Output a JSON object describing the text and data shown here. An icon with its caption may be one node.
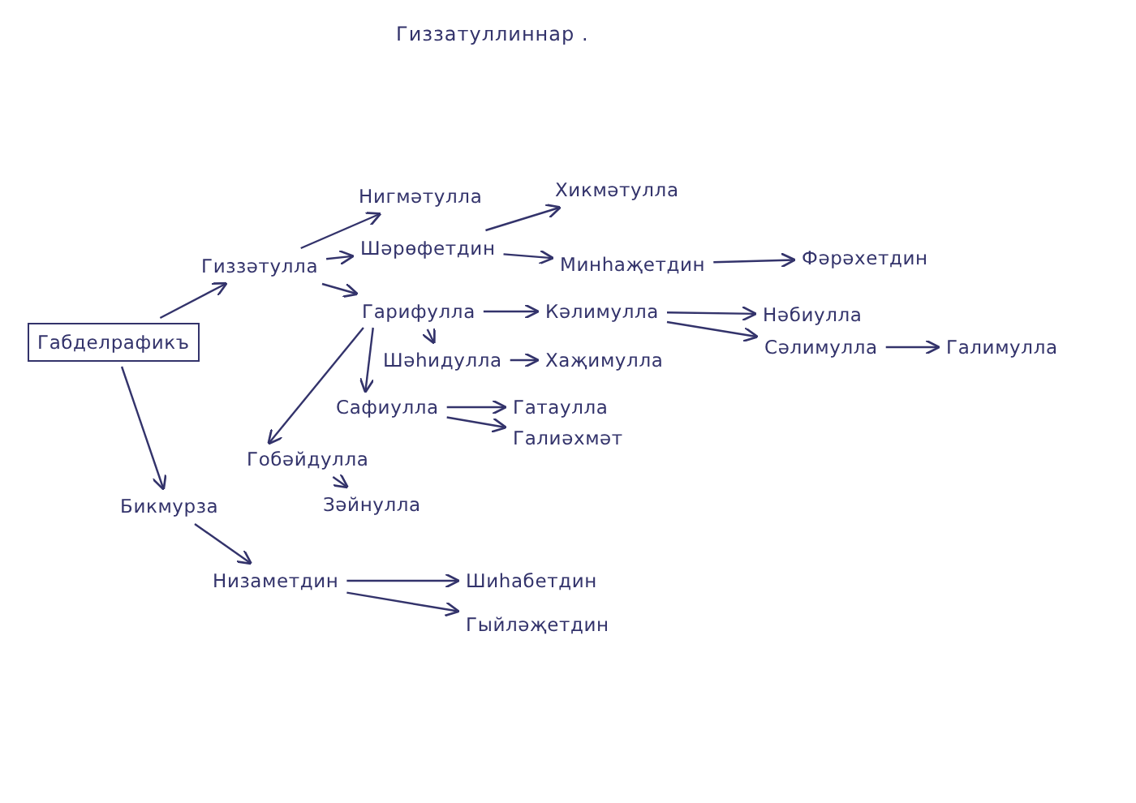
{
  "diagram": {
    "title": "Гиззатуллиннар .",
    "nodes": [
      {
        "text": [
          "Габделрафикъ"
        ]
      },
      {
        "text": [
          "Гиззәтулла"
        ]
      },
      {
        "text": [
          "Нигмәтулла"
        ]
      },
      {
        "text": [
          "Хикмәтулла"
        ]
      },
      {
        "text": [
          "Шәрөфетдин"
        ]
      },
      {
        "text": [
          "Минһаҗетдин"
        ]
      },
      {
        "text": [
          "Фәрәхетдин"
        ]
      },
      {
        "text": [
          "Гарифулла"
        ]
      },
      {
        "text": [
          "Кәлимулла"
        ]
      },
      {
        "text": [
          "Нәбиулла"
        ]
      },
      {
        "text": [
          "Сәлимулла"
        ]
      },
      {
        "text": [
          "Галимулла"
        ]
      },
      {
        "text": [
          "Шәһидулла"
        ]
      },
      {
        "text": [
          "Хаҗимулла"
        ]
      },
      {
        "text": [
          "Сафиулла"
        ]
      },
      {
        "text": [
          "Гатаулла"
        ]
      },
      {
        "text": [
          "Галиәхмәт"
        ]
      },
      {
        "text": [
          "Гобәйдулла"
        ]
      },
      {
        "text": [
          "Зәйнулла"
        ]
      },
      {
        "text": [
          "Бикмурза"
        ]
      },
      {
        "text": [
          "Низаметдин"
        ]
      },
      {
        "text": [
          "Шиһабетдин"
        ]
      },
      {
        "text": [
          "Гыйләҗетдин"
        ]
      }
    ],
    "edges": [
      {
        "from": 0,
        "to": 1,
        "arrow": "to"
      },
      {
        "from": 1,
        "to": 2,
        "arrow": "to"
      },
      {
        "from": 1,
        "to": 4,
        "arrow": "to"
      },
      {
        "from": 1,
        "to": 7,
        "arrow": "to"
      },
      {
        "from": 4,
        "to": 3,
        "arrow": "to"
      },
      {
        "from": 4,
        "to": 5,
        "arrow": "to"
      },
      {
        "from": 5,
        "to": 6,
        "arrow": "to"
      },
      {
        "from": 7,
        "to": 8,
        "arrow": "to"
      },
      {
        "from": 7,
        "to": 12,
        "arrow": "to"
      },
      {
        "from": 7,
        "to": 14,
        "arrow": "to"
      },
      {
        "from": 7,
        "to": 17,
        "arrow": "to"
      },
      {
        "from": 8,
        "to": 9,
        "arrow": "to"
      },
      {
        "from": 8,
        "to": 10,
        "arrow": "to"
      },
      {
        "from": 10,
        "to": 11,
        "arrow": "to"
      },
      {
        "from": 12,
        "to": 13,
        "arrow": "to"
      },
      {
        "from": 14,
        "to": 15,
        "arrow": "to"
      },
      {
        "from": 14,
        "to": 16,
        "arrow": "to"
      },
      {
        "from": 17,
        "to": 18,
        "arrow": "to"
      },
      {
        "from": 0,
        "to": 19,
        "arrow": "to"
      },
      {
        "from": 19,
        "to": 20,
        "arrow": "to"
      },
      {
        "from": 20,
        "to": 21,
        "arrow": "to"
      },
      {
        "from": 20,
        "to": 22,
        "arrow": "to"
      }
    ]
  }
}
